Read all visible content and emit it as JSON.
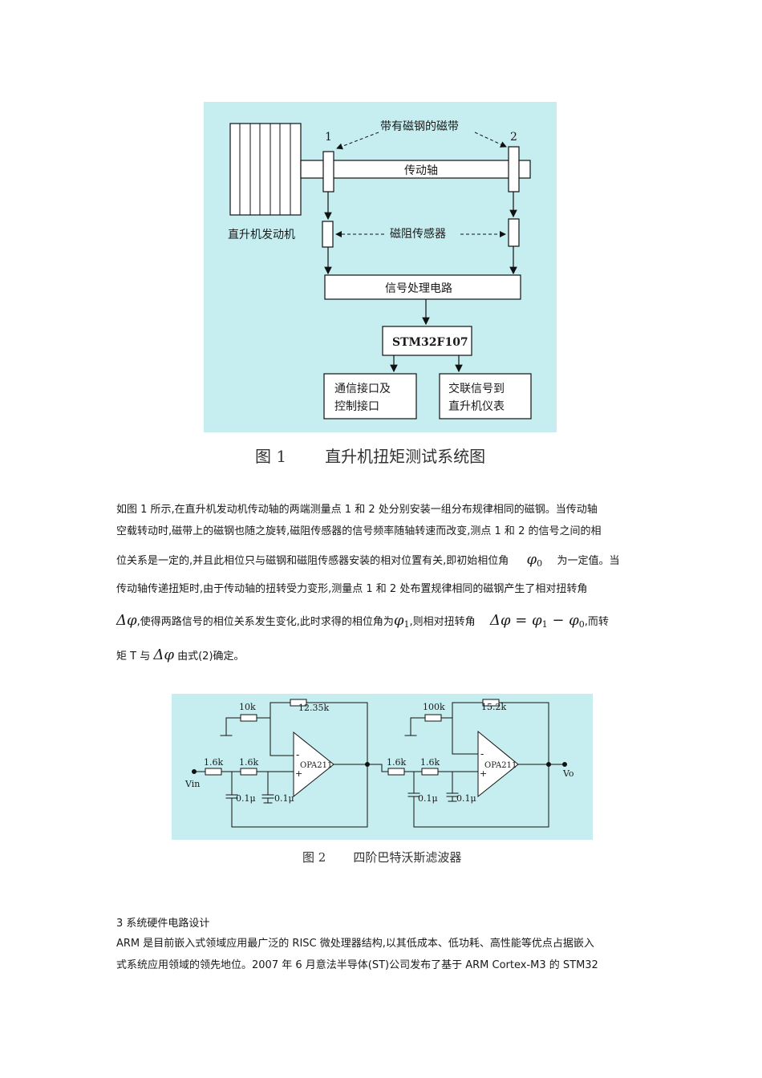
{
  "figure1": {
    "magnetic_tape_label": "带有磁钢的磁带",
    "point1": "1",
    "point2": "2",
    "shaft_label": "传动轴",
    "engine_label": "直升机发动机",
    "sensor_label": "磁阻传感器",
    "signal_label": "信号处理电路",
    "mcu_label": "STM32F107",
    "comm_line1": "通信接口及",
    "comm_line2": "控制接口",
    "link_line1": "交联信号到",
    "link_line2": "直升机仪表",
    "caption_num": "图 1",
    "caption_text": "直升机扭矩测试系统图"
  },
  "paragraph1": {
    "l1": "如图 1 所示,在直升机发动机传动轴的两端测量点 1 和 2 处分别安装一组分布规律相同的磁钢。当传动轴",
    "l2": "空载转动时,磁带上的磁钢也随之旋转,磁阻传感器的信号频率随轴转速而改变,测点 1 和 2 的信号之间的相",
    "l3a": "位关系是一定的,并且此相位只与磁钢和磁阻传感器安装的相对位置有关,即初始相位角",
    "phi0": "φ",
    "phi0_sub": "0",
    "l3b": "为一定值。当",
    "l4": "传动轴传递扭矩时,由于传动轴的扭转受力变形,测量点 1 和 2 处布置规律相同的磁钢产生了相对扭转角",
    "dphi": "Δφ",
    "l5a": ",使得两路信号的相位关系发生变化,此时求得的相位角为",
    "phi1": "φ",
    "phi1_sub": "1",
    "l5b": ",则相对扭转角",
    "eq_left": "Δφ = φ",
    "eq_sub1": "1",
    "eq_mid": " − φ",
    "eq_sub0": "0",
    "l5c": ",而转",
    "l6a": "矩 T 与",
    "dphi2": "Δφ",
    "l6b": "由式(2)确定。"
  },
  "figure2": {
    "r_fb1": "10k",
    "r_top1": "12.35k",
    "r_in1a": "1.6k",
    "r_in1b": "1.6k",
    "vin": "Vin",
    "c1a": "0.1μ",
    "c1b": "0.1μ",
    "opamp1": "OPA211",
    "r_fb2": "100k",
    "r_top2": "15.2k",
    "r_in2a": "1.6k",
    "r_in2b": "1.6k",
    "c2a": "0.1μ",
    "c2b": "0.1μ",
    "opamp2": "OPA211",
    "vo": "Vo",
    "minus": "-",
    "plus": "+",
    "caption_num": "图 2",
    "caption_text": "四阶巴特沃斯滤波器"
  },
  "section3": {
    "heading": "3  系统硬件电路设计",
    "l1": "ARM 是目前嵌入式领域应用最广泛的 RISC 微处理器结构,以其低成本、低功耗、高性能等优点占据嵌入",
    "l2": "式系统应用领域的领先地位。2007 年 6 月意法半导体(ST)公司发布了基于 ARM Cortex-M3 的 STM32"
  }
}
